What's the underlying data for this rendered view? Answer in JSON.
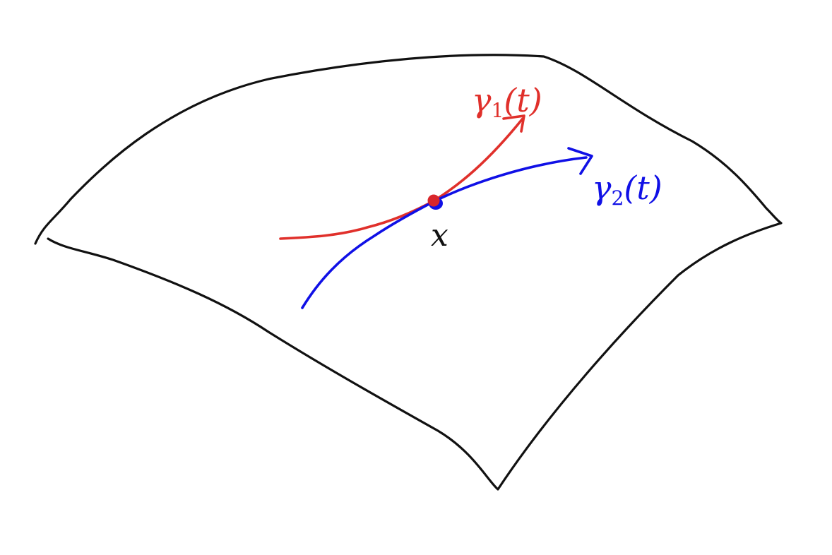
{
  "diagram": {
    "colors": {
      "outline": "#111111",
      "curve1": "#e0302b",
      "curve2": "#1010e6",
      "point": "#d9262b"
    },
    "curve1_label": {
      "symbol": "γ",
      "subscript": "1",
      "argument": "(t)"
    },
    "curve2_label": {
      "symbol": "γ",
      "subscript": "2",
      "argument": "(t)"
    },
    "point_label": "x"
  }
}
